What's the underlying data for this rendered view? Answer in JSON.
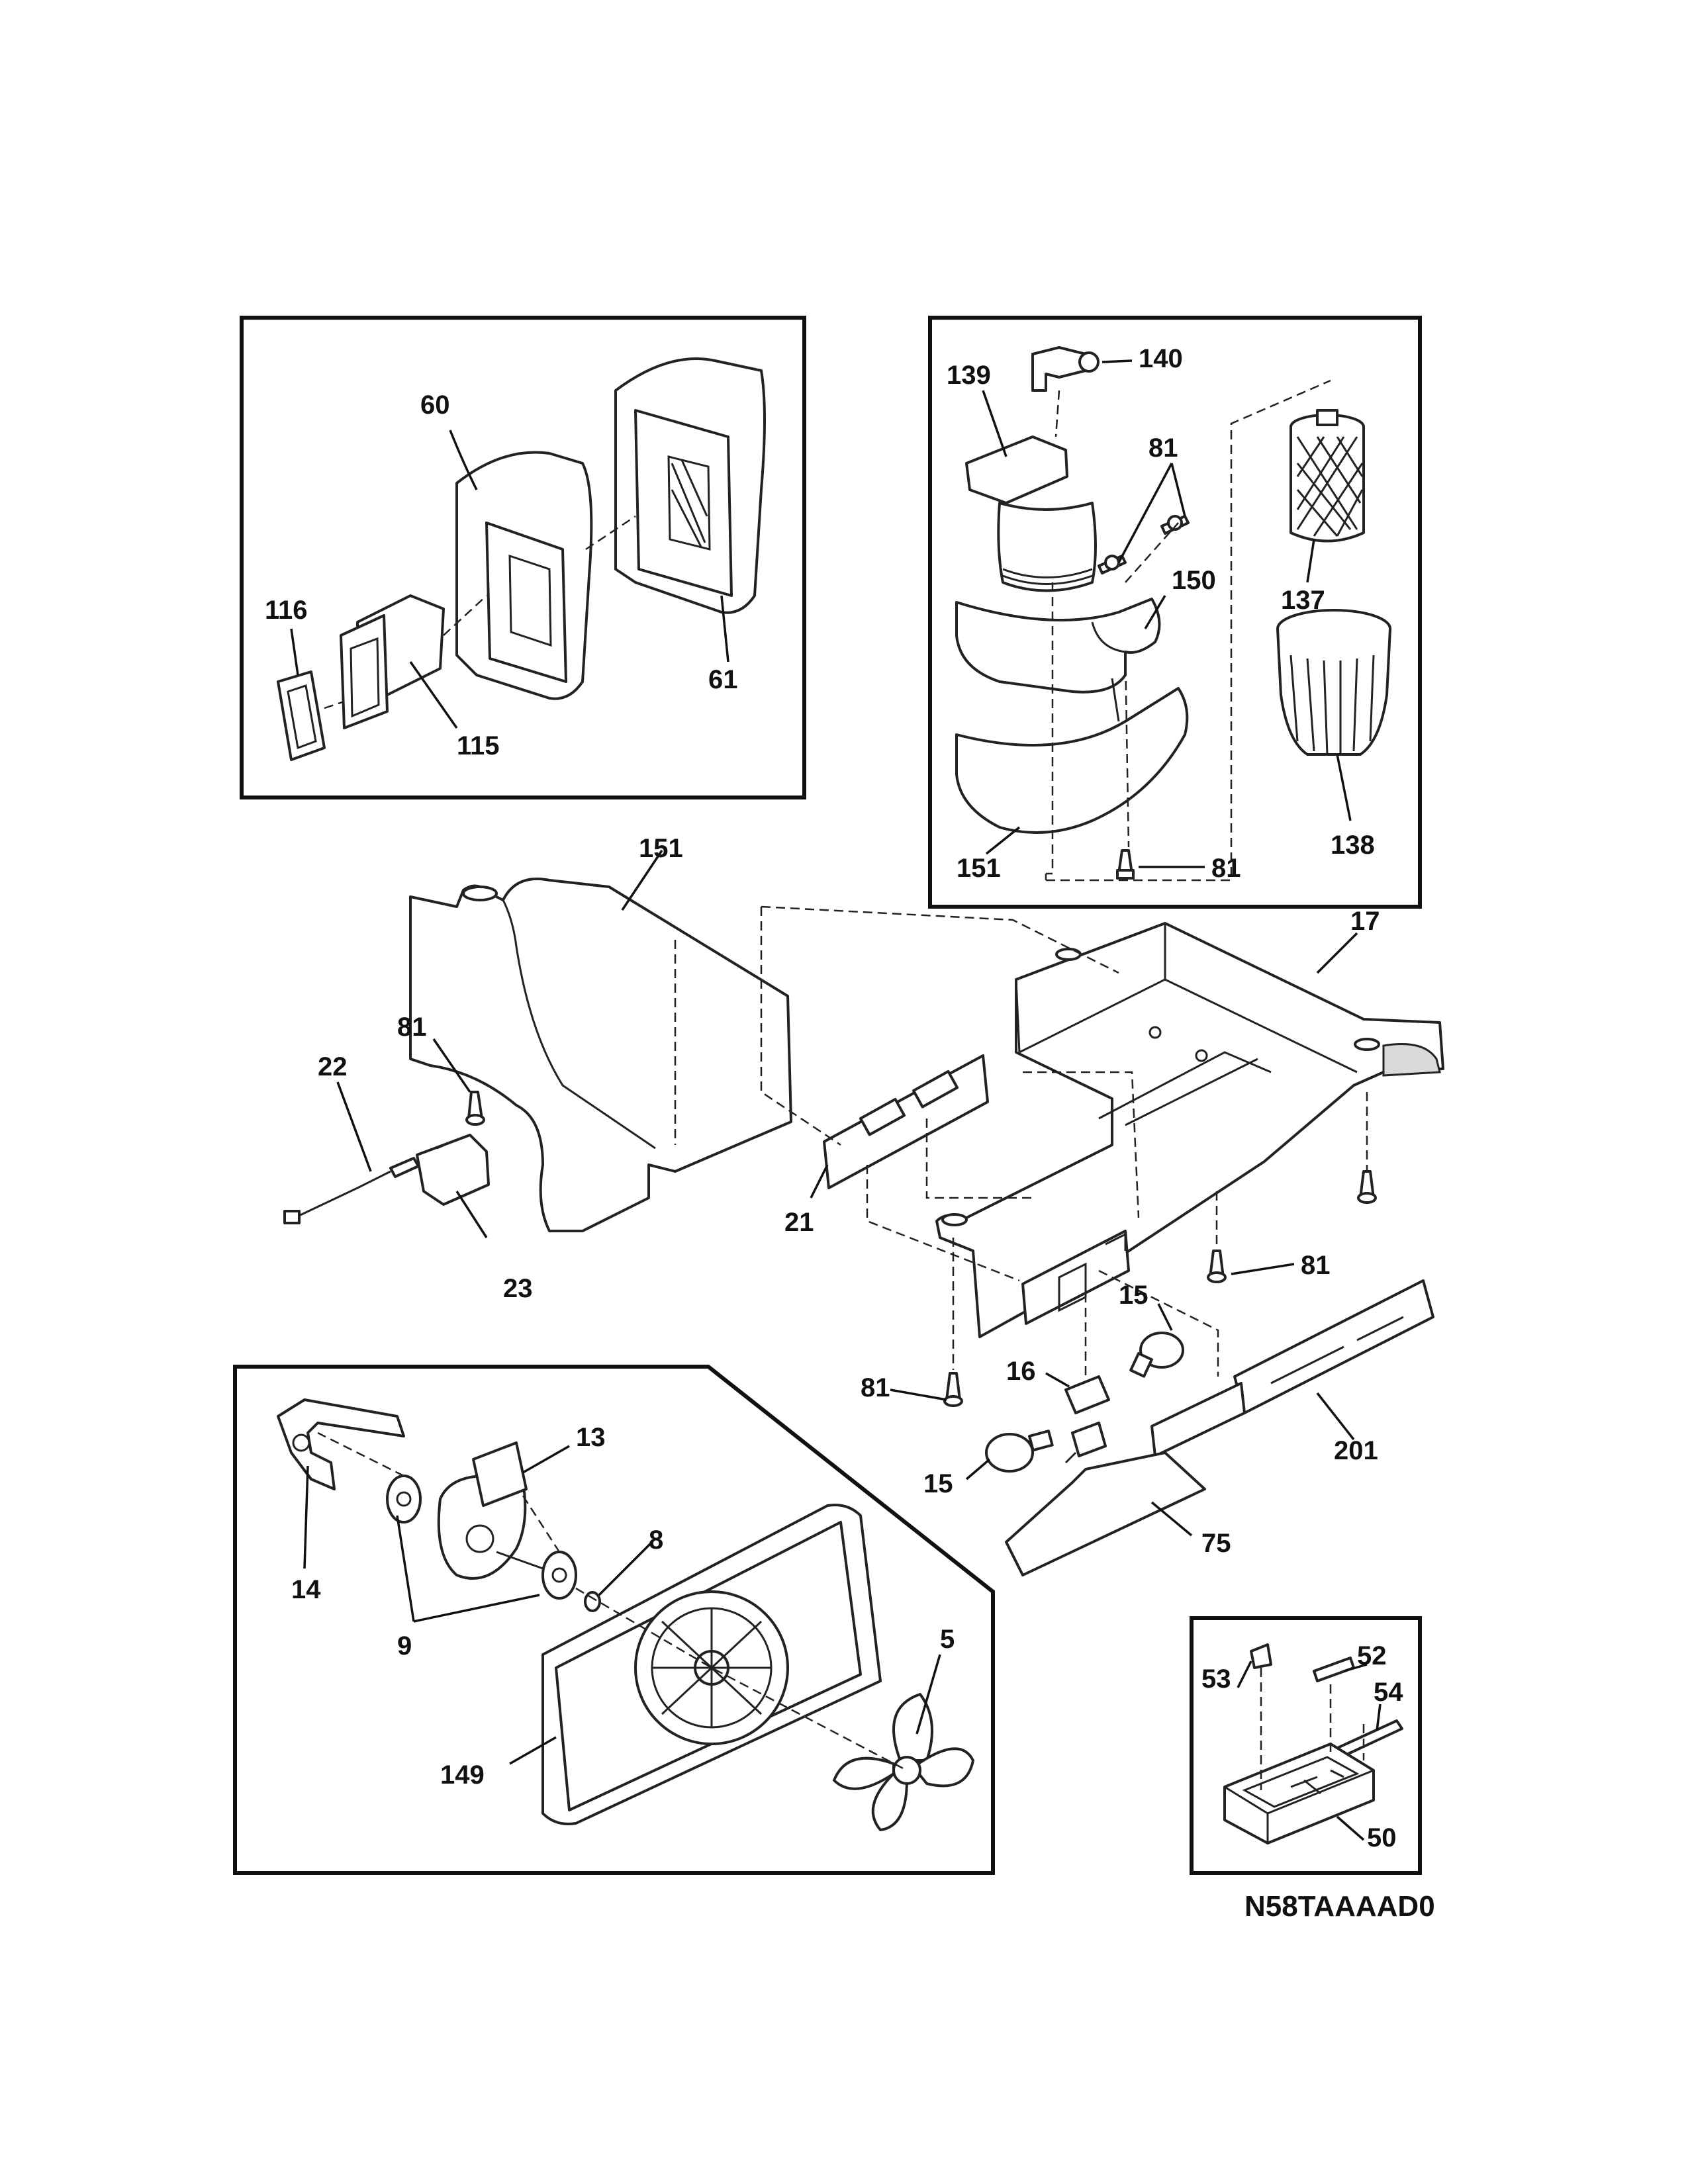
{
  "diagram_code": "N58TAAAAD0",
  "part_labels": {
    "p60": "60",
    "p116": "116",
    "p115": "115",
    "p61": "61",
    "p140": "140",
    "p139": "139",
    "p81_a": "81",
    "p150": "150",
    "p137": "137",
    "p151_a": "151",
    "p81_b": "81",
    "p138": "138",
    "p151_b": "151",
    "p17": "17",
    "p81_c": "81",
    "p22": "22",
    "p21": "21",
    "p23": "23",
    "p81_d": "81",
    "p15_a": "15",
    "p16": "16",
    "p81_e": "81",
    "p15_b": "15",
    "p201": "201",
    "p75": "75",
    "p13": "13",
    "p14": "14",
    "p8": "8",
    "p9": "9",
    "p5": "5",
    "p149": "149",
    "p52": "52",
    "p53": "53",
    "p54": "54",
    "p50": "50"
  }
}
